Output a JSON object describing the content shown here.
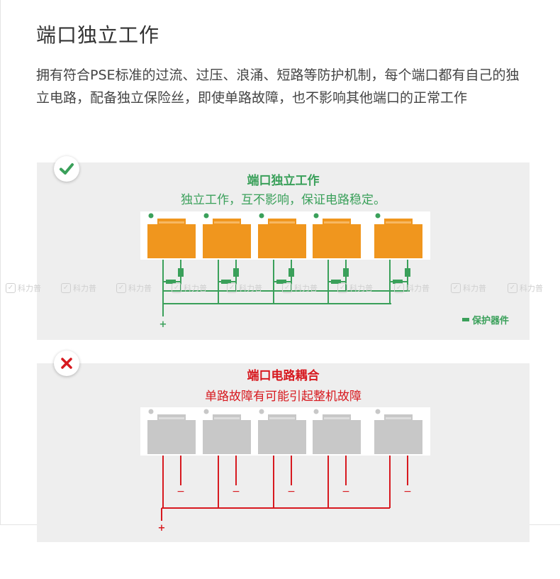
{
  "title": "端口独立工作",
  "description": "拥有符合PSE标准的过流、过压、浪涌、短路等防护机制，每个端口都有自己的独立电路，配备独立保险丝，即使单路故障，也不影响其他端口的正常工作",
  "good_panel": {
    "heading": "端口独立工作",
    "subtitle": "独立工作，互不影响，保证电路稳定。",
    "legend": "保护器件",
    "plus_label": "+",
    "port_color": "#f0961e",
    "line_color": "#3aa05a",
    "badge_icon": "checkmark-icon"
  },
  "bad_panel": {
    "heading": "端口电路耦合",
    "subtitle": "单路故障有可能引起整机故障",
    "plus_label": "+",
    "minus_label": "−",
    "port_color": "#c8c8c8",
    "line_color": "#d7191f",
    "badge_icon": "cross-icon"
  },
  "watermark": {
    "text": "科力普",
    "icon": "watermark-logo-icon"
  }
}
